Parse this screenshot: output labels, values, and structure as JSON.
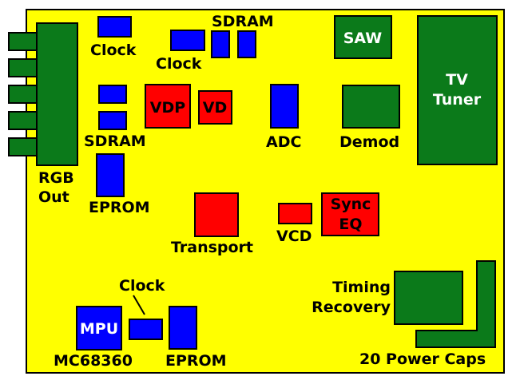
{
  "colors": {
    "board": "#ffff00",
    "green": "#0b7a1a",
    "blue": "#0000ff",
    "red": "#ff0000",
    "text": "#000000",
    "text_inverse": "#ffffff"
  },
  "labels": {
    "clock_top_left": "Clock",
    "clock_top_mid": "Clock",
    "sdram_top": "SDRAM",
    "saw": "SAW",
    "tv_tuner_1": "TV",
    "tv_tuner_2": "Tuner",
    "vdp": "VDP",
    "vd": "VD",
    "adc": "ADC",
    "demod": "Demod",
    "sdram_left": "SDRAM",
    "rgb_out_1": "RGB",
    "rgb_out_2": "Out",
    "eprom_left": "EPROM",
    "transport": "Transport",
    "vcd": "VCD",
    "sync_eq_1": "Sync",
    "sync_eq_2": "EQ",
    "timing_recovery_1": "Timing",
    "timing_recovery_2": "Recovery",
    "clock_bottom": "Clock",
    "mpu": "MPU",
    "mc68360": "MC68360",
    "eprom_bottom": "EPROM",
    "power_caps": "20 Power Caps"
  }
}
